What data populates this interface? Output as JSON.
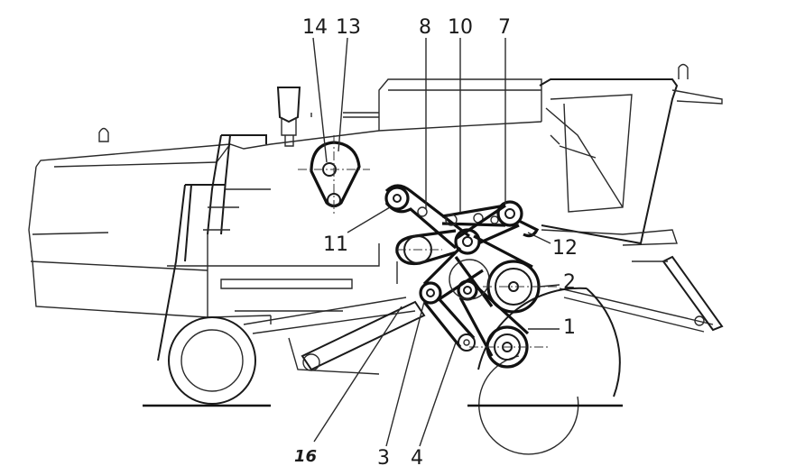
{
  "labels": {
    "l14": "14",
    "l13": "13",
    "l8": "8",
    "l10": "10",
    "l7": "7",
    "l11": "11",
    "l12": "12",
    "l2": "2",
    "l1": "1",
    "l16": "16",
    "l3": "3",
    "l4": "4"
  }
}
